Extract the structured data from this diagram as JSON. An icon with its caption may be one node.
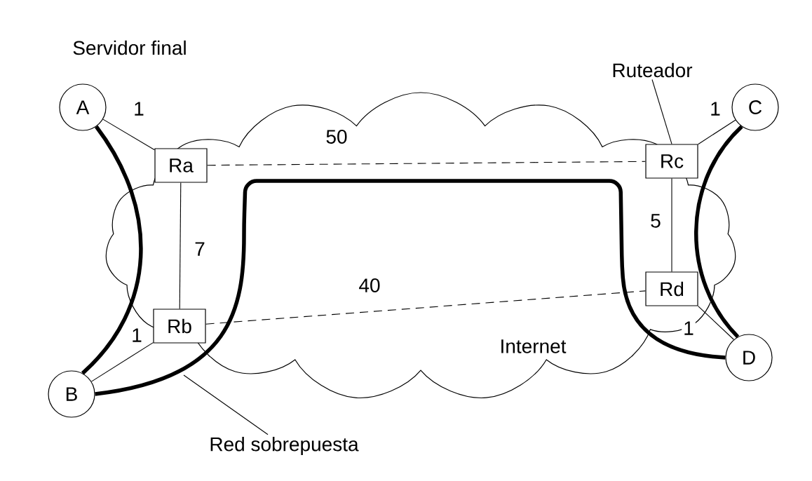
{
  "diagram": {
    "nodes": [
      {
        "text": [
          "A"
        ]
      },
      {
        "text": [
          "B"
        ]
      },
      {
        "text": [
          "C"
        ]
      },
      {
        "text": [
          "D"
        ]
      },
      {
        "text": [
          "Ra"
        ]
      },
      {
        "text": [
          "Rb"
        ]
      },
      {
        "text": [
          "Rc"
        ]
      },
      {
        "text": [
          "Rd"
        ]
      },
      {
        "text": [
          "Ruteador"
        ]
      },
      {
        "text": [
          "Red sobrepuesta"
        ]
      }
    ],
    "edges": [
      {
        "from": 0,
        "to": 4,
        "arrow": "none",
        "label": "1"
      },
      {
        "from": 1,
        "to": 5,
        "arrow": "none",
        "label": "1"
      },
      {
        "from": 2,
        "to": 6,
        "arrow": "none",
        "label": "1"
      },
      {
        "from": 3,
        "to": 7,
        "arrow": "none",
        "label": "1"
      },
      {
        "from": 4,
        "to": 5,
        "arrow": "none",
        "label": "7"
      },
      {
        "from": 6,
        "to": 7,
        "arrow": "none",
        "label": "5"
      },
      {
        "from": 4,
        "to": 6,
        "arrow": "none",
        "label": "50",
        "style": "dashed"
      },
      {
        "from": 5,
        "to": 7,
        "arrow": "none",
        "label": "40",
        "style": "dashed"
      },
      {
        "from": 0,
        "to": 1,
        "arrow": "none",
        "style": "thick"
      },
      {
        "from": 2,
        "to": 3,
        "arrow": "none",
        "style": "thick"
      },
      {
        "from": 1,
        "to": 3,
        "arrow": "none",
        "style": "thick"
      },
      {
        "from": 8,
        "to": 6,
        "arrow": "none"
      },
      {
        "from": 9,
        "to": null,
        "arrow": "none"
      }
    ],
    "labels": [
      "Servidor final",
      "Internet"
    ]
  }
}
